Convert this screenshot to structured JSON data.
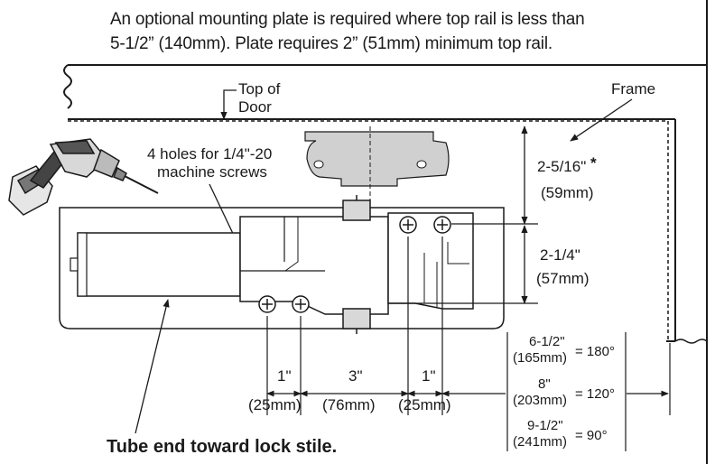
{
  "intro": {
    "line1": "An optional mounting plate is required where top rail is less than",
    "line2": "5-1/2” (140mm).  Plate requires 2” (51mm) minimum top rail."
  },
  "labels": {
    "top_of_door_1": "Top of",
    "top_of_door_2": "Door",
    "frame": "Frame",
    "holes_1": "4 holes for 1/4\"-20",
    "holes_2": "machine screws"
  },
  "dims": {
    "d1_a": "2-5/16\"",
    "d1_star": "*",
    "d1_b": "(59mm)",
    "d2_a": "2-1/4\"",
    "d2_b": "(57mm)",
    "h1_a": "1\"",
    "h1_b": "(25mm)",
    "h2_a": "3\"",
    "h2_b": "(76mm)",
    "h3_a": "1\"",
    "h3_b": "(25mm)"
  },
  "angles": [
    {
      "inch": "6-1/2\"",
      "mm": "(165mm)",
      "deg": "= 180°"
    },
    {
      "inch": "8\"",
      "mm": "(203mm)",
      "deg": "= 120°"
    },
    {
      "inch": "9-1/2\"",
      "mm": "(241mm)",
      "deg": "= 90°"
    }
  ],
  "caption": "Tube end toward lock stile.",
  "icons": [
    "drill-icon",
    "screw-icon",
    "mounting-plate-icon"
  ],
  "colors": {
    "line": "#1a1a1a",
    "fill_gray": "#d8d8d8"
  }
}
